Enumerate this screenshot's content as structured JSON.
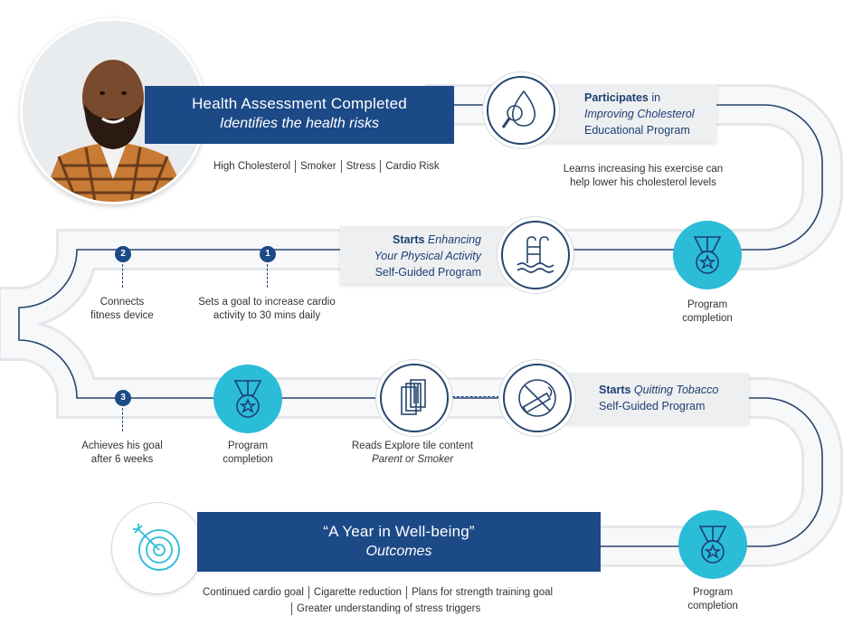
{
  "assessment": {
    "title": "Health Assessment Completed",
    "subtitle": "Identifies the health risks",
    "risks": [
      "High Cholesterol",
      "Smoker",
      "Stress",
      "Cardio Risk"
    ]
  },
  "cholesterol": {
    "lead": "Participates",
    "mid": " in",
    "program": "Improving Cholesterol",
    "tail": "Educational Program",
    "note_line1": "Learns increasing his exercise can",
    "note_line2": "help lower his cholesterol levels"
  },
  "activity": {
    "lead": "Starts",
    "program1": "Enhancing",
    "program2": "Your Physical Activity",
    "tail": "Self-Guided Program"
  },
  "completion": {
    "line1": "Program",
    "line2": "completion"
  },
  "steps": [
    {
      "num": "1",
      "line1": "Sets a goal to increase cardio",
      "line2": "activity to 30 mins daily"
    },
    {
      "num": "2",
      "line1": "Connects",
      "line2": "fitness device"
    },
    {
      "num": "3",
      "line1": "Achieves his goal",
      "line2": "after 6 weeks"
    }
  ],
  "tobacco": {
    "lead": "Starts",
    "program": "Quitting Tobacco",
    "tail": "Self-Guided Program"
  },
  "explore": {
    "line1": "Reads Explore tile content",
    "line2": "Parent or Smoker"
  },
  "outcomes": {
    "title": "“A Year in Well-being”",
    "subtitle": "Outcomes",
    "items": [
      "Continued cardio goal",
      "Cigarette reduction",
      "Plans for strength training goal",
      "Greater understanding of stress triggers"
    ]
  },
  "icons": {
    "person": "person-photo",
    "drop": "blood-drop-magnifier-icon",
    "pool": "pool-ladder-icon",
    "medal": "medal-icon",
    "books": "books-icon",
    "no_smoking": "no-smoking-icon",
    "target": "target-arrow-icon"
  },
  "colors": {
    "navy": "#1c4a87",
    "cyan": "#2bbcd8",
    "gray": "#eeeff1",
    "road": "#f1f2f4"
  }
}
